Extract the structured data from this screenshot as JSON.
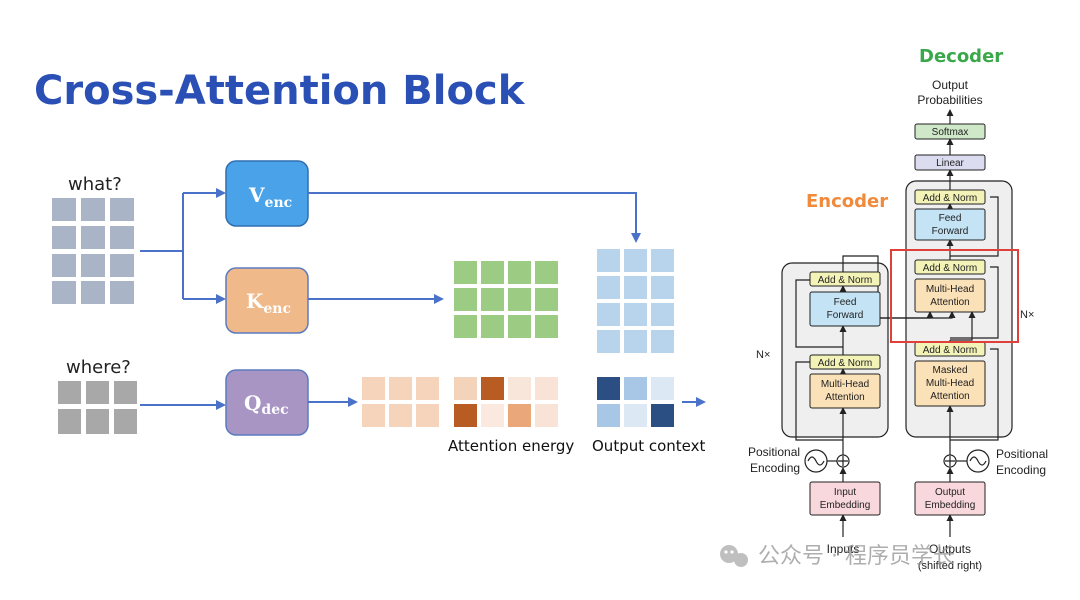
{
  "slide": {
    "title": "Cross-Attention Block"
  },
  "left": {
    "what_label": "what?",
    "where_label": "where?",
    "v_main": "V",
    "v_sub": "enc",
    "k_main": "K",
    "k_sub": "enc",
    "q_main": "Q",
    "q_sub": "dec",
    "attention_energy_label": "Attention energy",
    "output_context_label": "Output context",
    "colors": {
      "title": "#2a4fb5",
      "v_block": "#4aa3e8",
      "k_block": "#efb98a",
      "q_block": "#a895c4",
      "arrow": "#4a72c9",
      "input_grid": "#a9b5c6",
      "where_grid": "#a8a8a8",
      "key_grid": "#9ccb84",
      "value_grid": "#b8d3ec"
    }
  },
  "transformer": {
    "decoder_title": "Decoder",
    "encoder_title": "Encoder",
    "output_probabilities_1": "Output",
    "output_probabilities_2": "Probabilities",
    "softmax": "Softmax",
    "linear": "Linear",
    "dec_add_norm_top": "Add & Norm",
    "dec_ff_1": "Feed",
    "dec_ff_2": "Forward",
    "dec_add_norm_mid": "Add & Norm",
    "dec_mha_1": "Multi-Head",
    "dec_mha_2": "Attention",
    "dec_add_norm_low": "Add & Norm",
    "dec_masked_1": "Masked",
    "dec_masked_2": "Multi-Head",
    "dec_masked_3": "Attention",
    "enc_add_norm_top": "Add & Norm",
    "enc_ff_1": "Feed",
    "enc_ff_2": "Forward",
    "enc_add_norm_low": "Add & Norm",
    "enc_mha_1": "Multi-Head",
    "enc_mha_2": "Attention",
    "enc_nx": "N×",
    "dec_nx": "N×",
    "pos_enc_left_1": "Positional",
    "pos_enc_left_2": "Encoding",
    "pos_enc_right_1": "Positional",
    "pos_enc_right_2": "Encoding",
    "input_emb_1": "Input",
    "input_emb_2": "Embedding",
    "output_emb_1": "Output",
    "output_emb_2": "Embedding",
    "inputs": "Inputs",
    "outputs_1": "Outputs",
    "outputs_2": "(shifted right)",
    "colors": {
      "decoder_title": "#3aa84a",
      "encoder_title": "#f08a3c",
      "add_norm": "#f3f3b8",
      "feed_forward": "#c4e4f6",
      "attention": "#fbe1b8",
      "embedding": "#f8d8dc",
      "softmax": "#cfe8c8",
      "linear": "#dcdcf0",
      "highlight": "#e0403a"
    }
  },
  "watermark": "公众号 · 程序员学长"
}
